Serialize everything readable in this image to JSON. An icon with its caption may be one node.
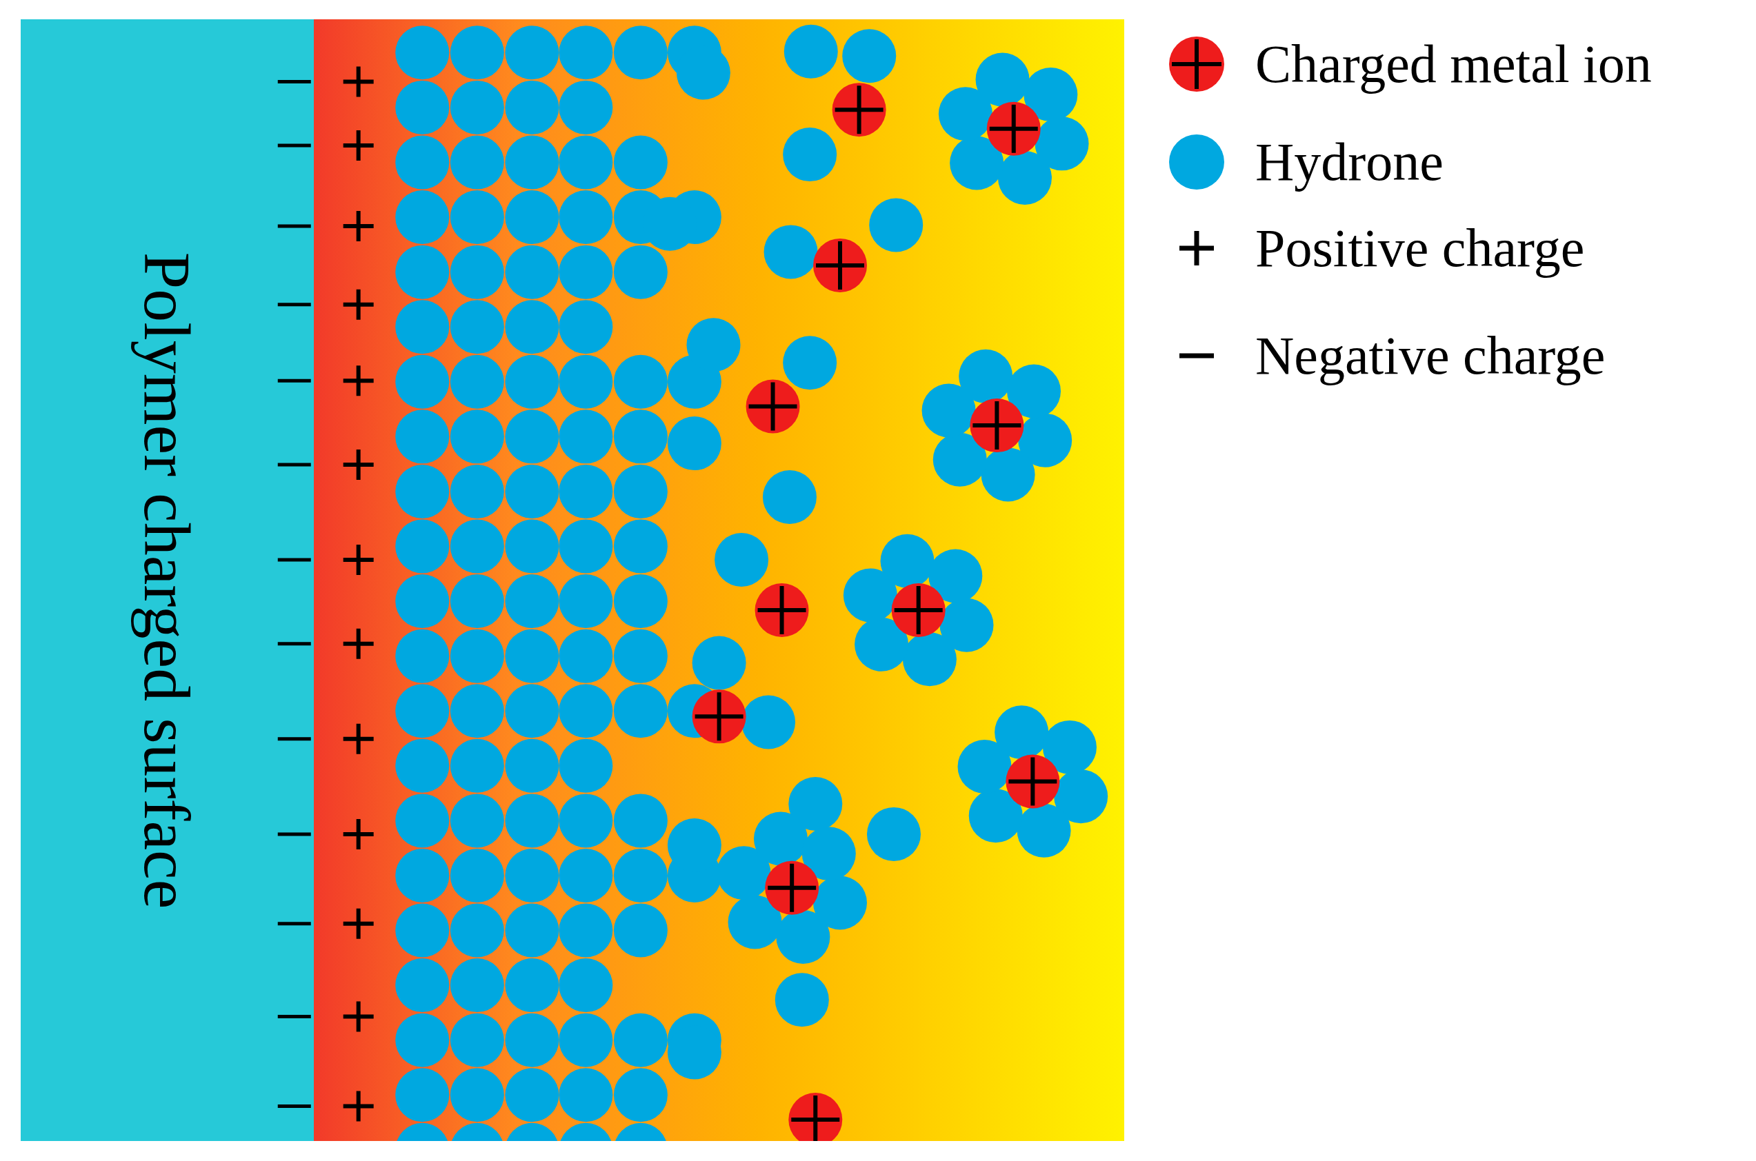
{
  "diagram": {
    "nodes": [
      {
        "text": [
          "Polymer charged surface"
        ]
      }
    ],
    "edges": [],
    "legend": [
      {
        "text": "Charged metal ion"
      },
      {
        "text": "Hydrone",
        "color": "#00a8e0"
      },
      {
        "text": "Positive charge"
      },
      {
        "text": "Negative charge"
      }
    ]
  }
}
